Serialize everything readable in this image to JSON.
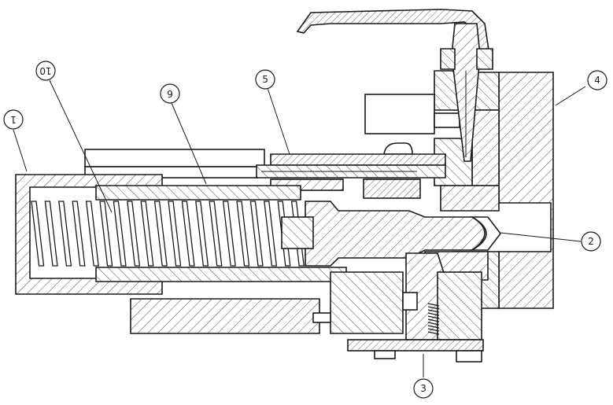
{
  "drawing": {
    "hatch_color": "#1a1a1a",
    "background_color": "#ffffff"
  },
  "balloons": [
    {
      "id": "1",
      "label": "1",
      "rotated": true
    },
    {
      "id": "10",
      "label": "10",
      "rotated": true
    },
    {
      "id": "6",
      "label": "6",
      "rotated": true
    },
    {
      "id": "5",
      "label": "5",
      "rotated": false
    },
    {
      "id": "4",
      "label": "4",
      "rotated": false
    },
    {
      "id": "2",
      "label": "2",
      "rotated": false
    },
    {
      "id": "3",
      "label": "3",
      "rotated": false
    }
  ]
}
